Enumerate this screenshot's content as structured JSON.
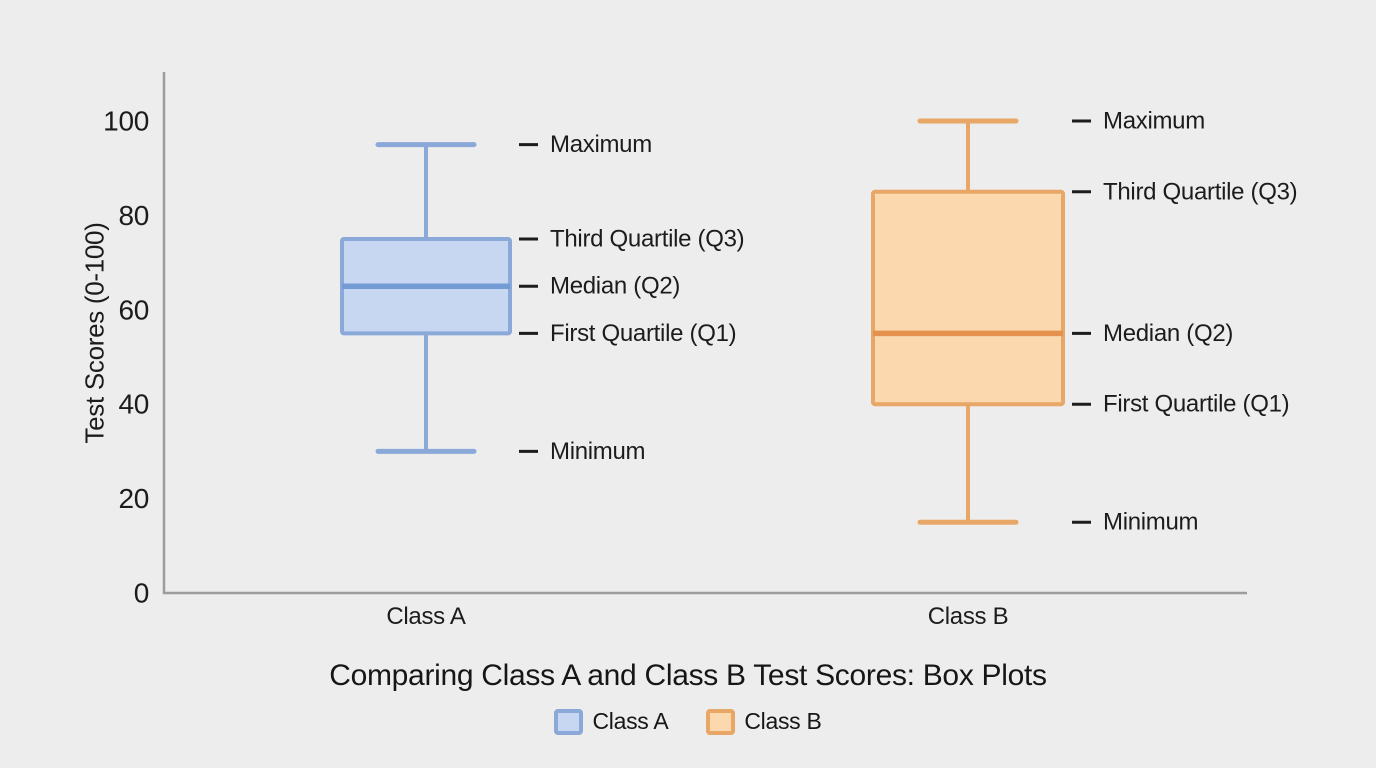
{
  "figure": {
    "background": "#ededed",
    "text_color": "#1c1c1c",
    "axis_color": "#9c9c9c"
  },
  "chart_data": {
    "type": "boxplot",
    "title": "Comparing Class A and Class B Test Scores: Box Plots",
    "ylabel": "Test Scores (0-100)",
    "xlabel": "",
    "ylim": [
      0,
      100
    ],
    "yticks": [
      0,
      20,
      40,
      60,
      80,
      100
    ],
    "grid": false,
    "legend_position": "bottom-center",
    "categories": [
      "Class A",
      "Class B"
    ],
    "series": [
      {
        "name": "Class A",
        "min": 30,
        "q1": 55,
        "median": 65,
        "q3": 75,
        "max": 95,
        "fill": "#c7d7f2",
        "stroke": "#8aa8d8",
        "median_color": "#749cd4"
      },
      {
        "name": "Class B",
        "min": 15,
        "q1": 40,
        "median": 55,
        "q3": 85,
        "max": 100,
        "fill": "#fbd8ad",
        "stroke": "#e8a667",
        "median_color": "#e4914d"
      }
    ],
    "annotations": [
      {
        "stat": "max",
        "label": "Maximum"
      },
      {
        "stat": "q3",
        "label": "Third Quartile (Q3)"
      },
      {
        "stat": "median",
        "label": "Median (Q2)"
      },
      {
        "stat": "q1",
        "label": "First Quartile (Q1)"
      },
      {
        "stat": "min",
        "label": "Minimum"
      }
    ]
  }
}
